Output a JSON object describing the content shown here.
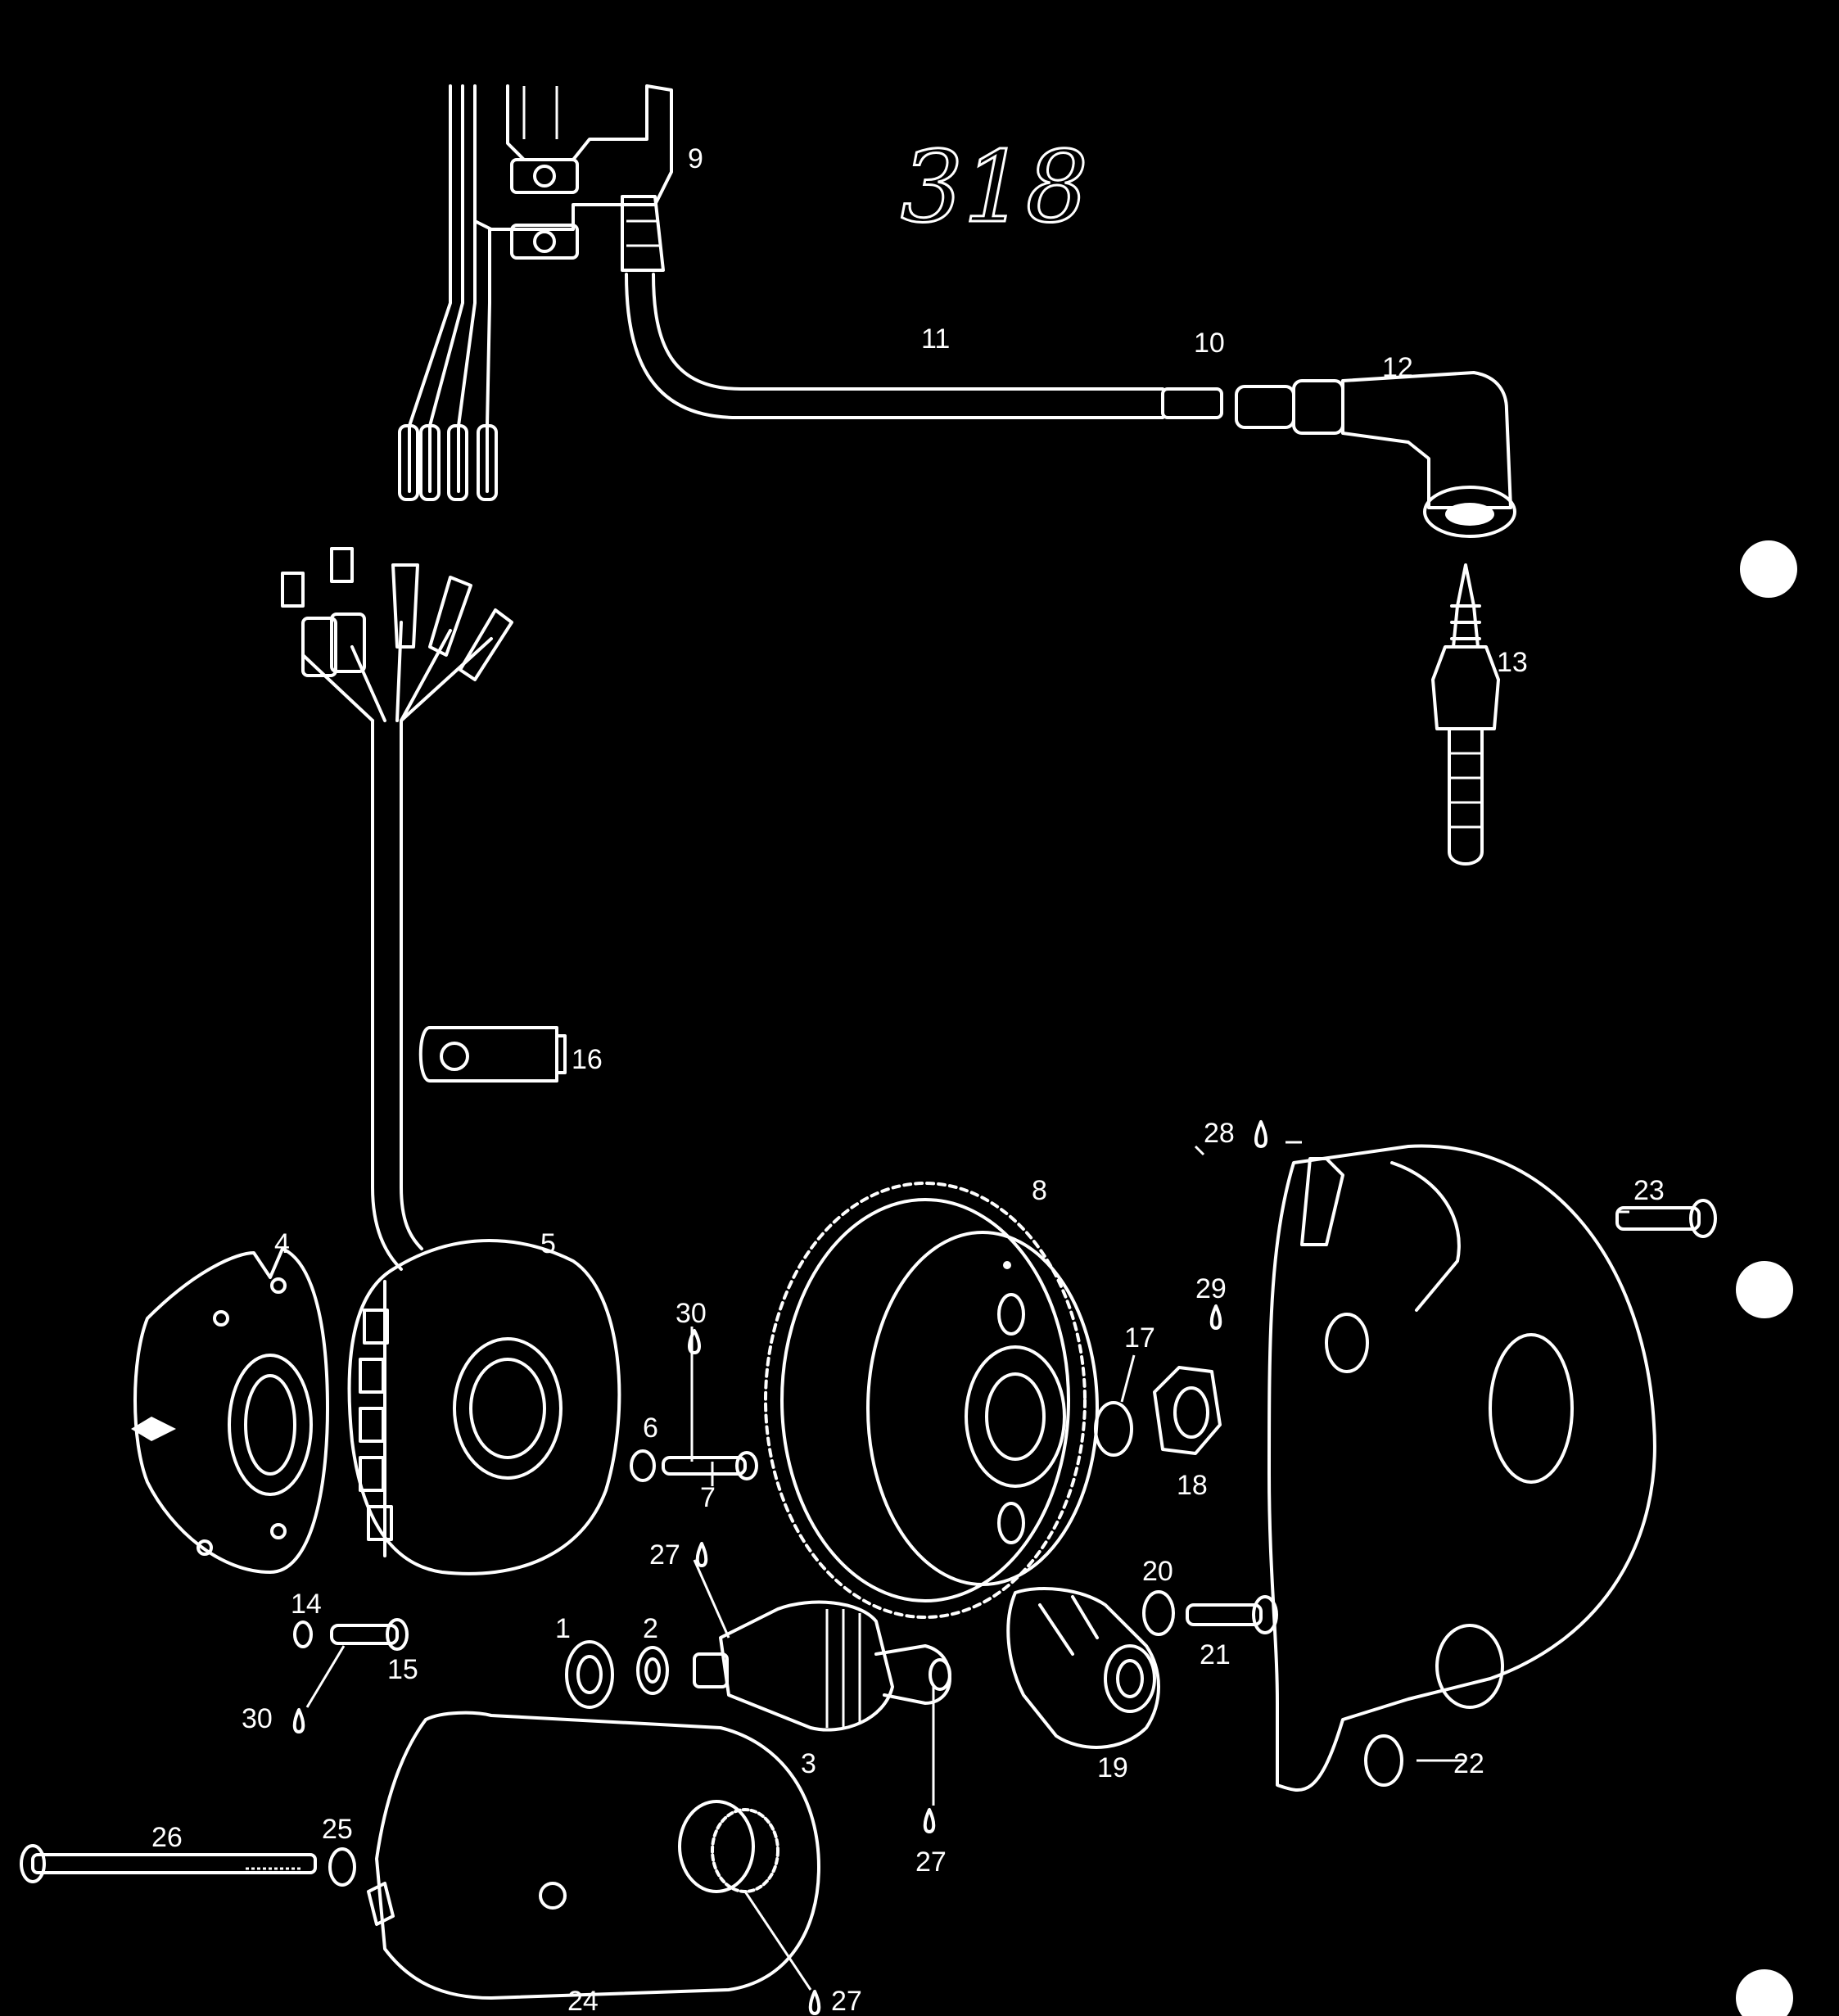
{
  "handwritten_note": "318",
  "callouts": [
    {
      "id": "c-9",
      "text": "9"
    },
    {
      "id": "c-11",
      "text": "11"
    },
    {
      "id": "c-10",
      "text": "10"
    },
    {
      "id": "c-12",
      "text": "12"
    },
    {
      "id": "c-13",
      "text": "13"
    },
    {
      "id": "c-16",
      "text": "16"
    },
    {
      "id": "c-28",
      "text": "28"
    },
    {
      "id": "c-23",
      "text": "23"
    },
    {
      "id": "c-8",
      "text": "8"
    },
    {
      "id": "c-4",
      "text": "4"
    },
    {
      "id": "c-5",
      "text": "5"
    },
    {
      "id": "c-29",
      "text": "29"
    },
    {
      "id": "c-30a",
      "text": "30"
    },
    {
      "id": "c-17",
      "text": "17"
    },
    {
      "id": "c-6",
      "text": "6"
    },
    {
      "id": "c-7",
      "text": "7"
    },
    {
      "id": "c-18",
      "text": "18"
    },
    {
      "id": "c-27a",
      "text": "27"
    },
    {
      "id": "c-20",
      "text": "20"
    },
    {
      "id": "c-14",
      "text": "14"
    },
    {
      "id": "c-1",
      "text": "1"
    },
    {
      "id": "c-2",
      "text": "2"
    },
    {
      "id": "c-21",
      "text": "21"
    },
    {
      "id": "c-15",
      "text": "15"
    },
    {
      "id": "c-30b",
      "text": "30"
    },
    {
      "id": "c-3",
      "text": "3"
    },
    {
      "id": "c-19",
      "text": "19"
    },
    {
      "id": "c-22",
      "text": "22"
    },
    {
      "id": "c-26",
      "text": "26"
    },
    {
      "id": "c-25",
      "text": "25"
    },
    {
      "id": "c-27b",
      "text": "27"
    },
    {
      "id": "c-24",
      "text": "24"
    },
    {
      "id": "c-27c",
      "text": "27"
    }
  ],
  "colors": {
    "background": "#000000",
    "line": "#ffffff"
  }
}
